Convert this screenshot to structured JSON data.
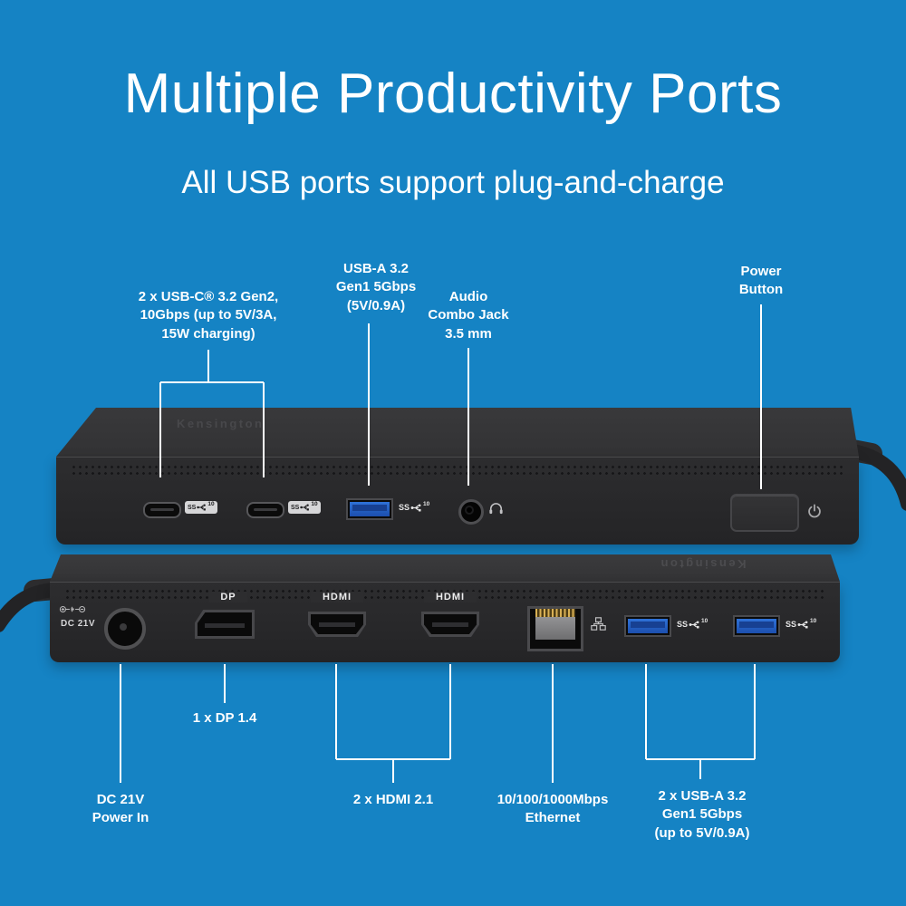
{
  "page": {
    "title": "Multiple Productivity Ports",
    "subtitle": "All USB ports support plug-and-charge",
    "background_color": "#1583c4",
    "text_color": "#ffffff",
    "callout_line_color": "#ffffff"
  },
  "callouts": {
    "usb_c": {
      "label": "2 x USB-C® 3.2 Gen2,\n10Gbps (up to 5V/3A,\n15W charging)"
    },
    "usb_a_front": {
      "label": "USB-A 3.2\nGen1 5Gbps\n(5V/0.9A)"
    },
    "audio": {
      "label": "Audio\nCombo Jack\n3.5 mm"
    },
    "power_button": {
      "label": "Power\nButton"
    },
    "dp": {
      "label": "1 x DP 1.4"
    },
    "hdmi": {
      "label": "2 x HDMI 2.1"
    },
    "ethernet": {
      "label": "10/100/1000Mbps\nEthernet"
    },
    "usb_a_rear": {
      "label": "2 x USB-A 3.2\nGen1 5Gbps\n(up to 5V/0.9A)"
    },
    "dc_in": {
      "label": "DC 21V\nPower In"
    }
  },
  "device": {
    "brand": "Kensington",
    "dc_label": "DC 21V",
    "dp_port_label": "DP",
    "hdmi_port_label": "HDMI",
    "usb_logo_ss": "SS",
    "usb_logo_speed": "10",
    "body_color": "#2a2a2c",
    "usb_blue": "#2a68cf"
  }
}
